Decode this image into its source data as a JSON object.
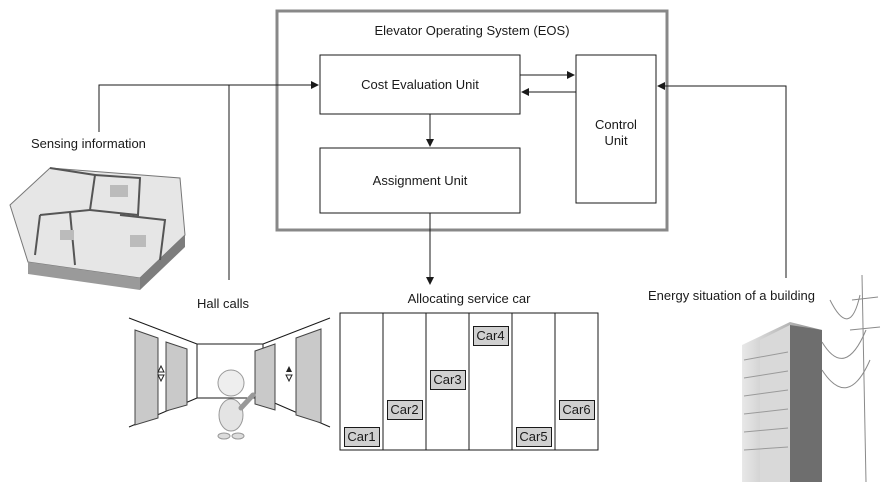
{
  "eos_title": "Elevator Operating System (EOS)",
  "units": {
    "cost_evaluation": "Cost Evaluation Unit",
    "assignment": "Assignment Unit",
    "control_line1": "Control",
    "control_line2": "Unit"
  },
  "inputs": {
    "sensing": "Sensing information",
    "hall_calls": "Hall calls",
    "energy": "Energy situation of a building"
  },
  "output": {
    "title": "Allocating service car",
    "cars": [
      {
        "label": "Car1",
        "level": 0.0
      },
      {
        "label": "Car2",
        "level": 0.27
      },
      {
        "label": "Car3",
        "level": 0.56
      },
      {
        "label": "Car4",
        "level": 1.0
      },
      {
        "label": "Car5",
        "level": 0.0
      },
      {
        "label": "Car6",
        "level": 0.27
      }
    ]
  },
  "colors": {
    "box_stroke": "#1a1a1a",
    "eos_frame": "#888888",
    "car_fill": "#d0d0d0"
  }
}
